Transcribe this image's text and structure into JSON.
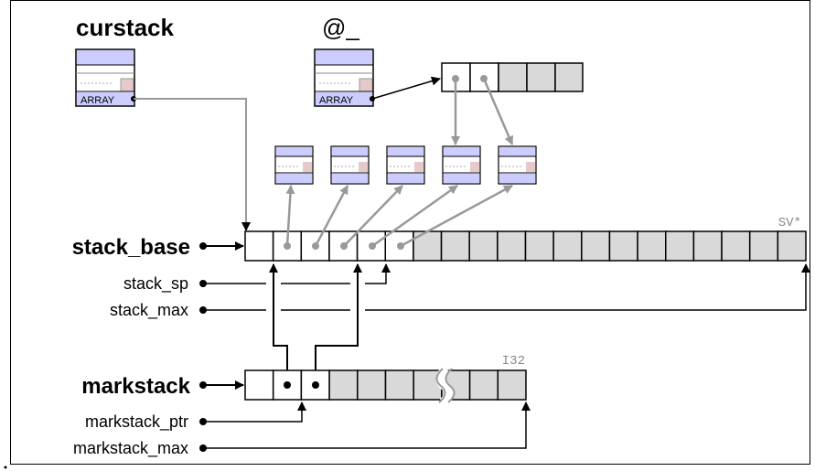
{
  "labels": {
    "curstack": "curstack",
    "at_underscore": "@_",
    "array_tag": "ARRAY",
    "stack_base": "stack_base",
    "stack_sp": "stack_sp",
    "stack_max": "stack_max",
    "markstack": "markstack",
    "markstack_ptr": "markstack_ptr",
    "markstack_max": "markstack_max",
    "sv_type": "SV*",
    "i32_type": "I32"
  },
  "colors": {
    "cell_fill": "#d9d9d9",
    "cell_white": "#ffffff",
    "header_fill": "#ccccff",
    "body_fill": "#ffffff",
    "accent_pink": "#e6c9c9",
    "arrow_gray": "#999999",
    "line": "#000000"
  }
}
